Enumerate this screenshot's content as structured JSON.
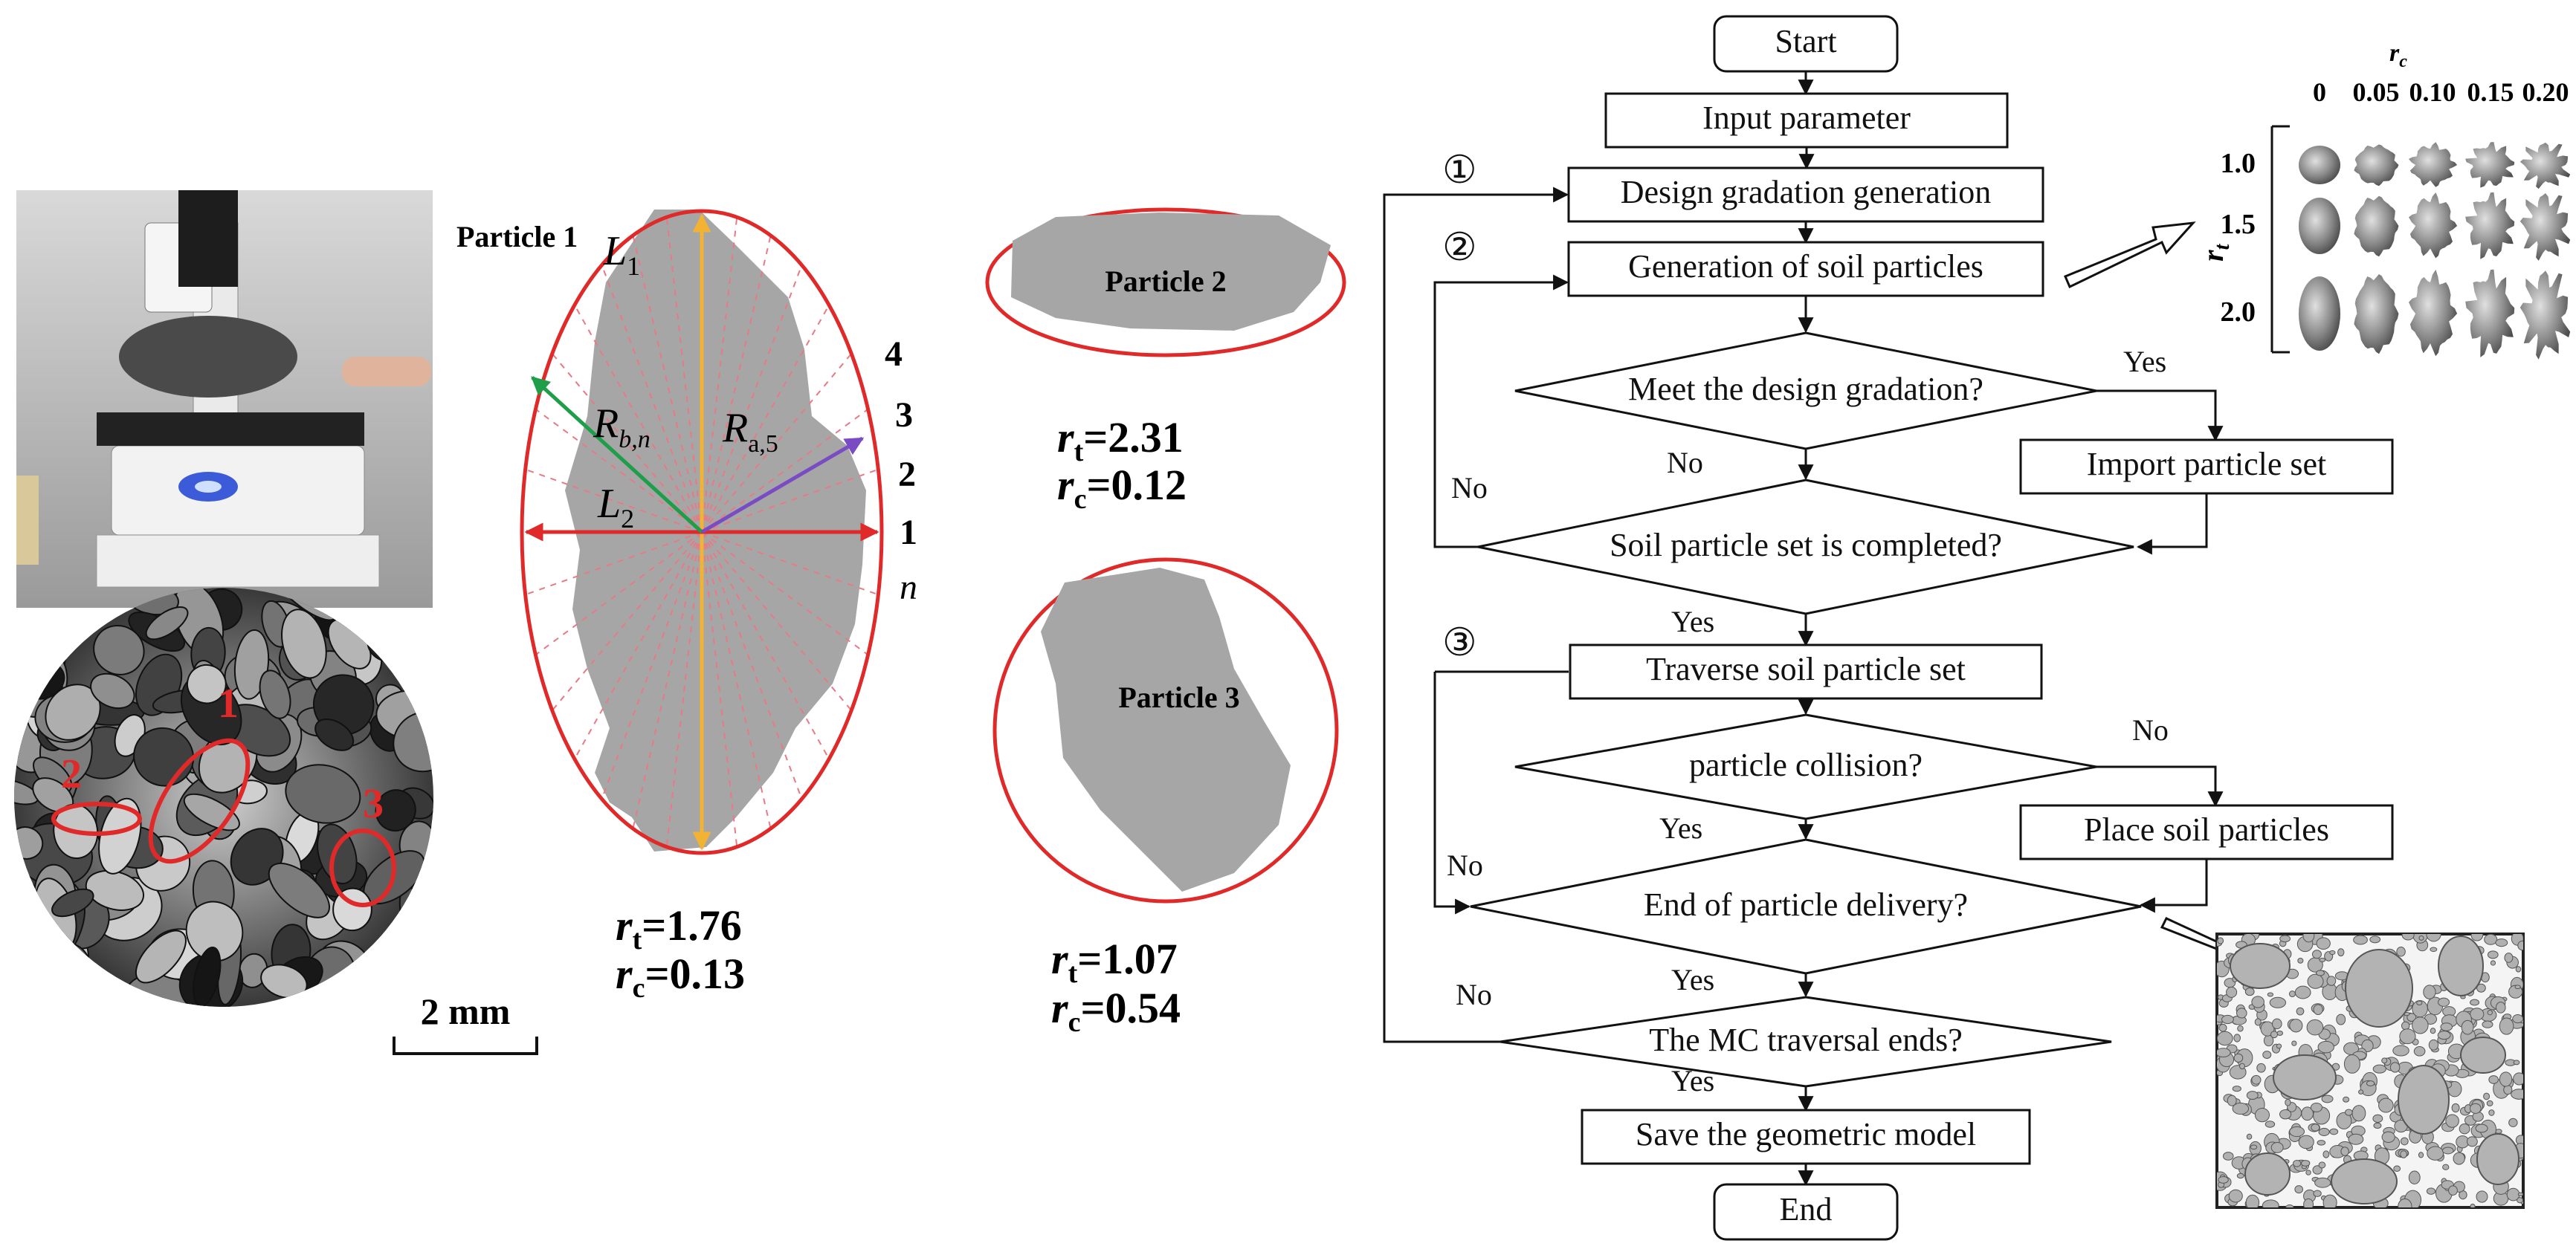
{
  "left_panel": {
    "scale_bar_label": "2 mm",
    "micrograph_labels": [
      "1",
      "2",
      "3"
    ],
    "particles": [
      {
        "title": "Particle 1",
        "axis_labels": {
          "l1": "L",
          "l1_sub": "1",
          "l2": "L",
          "l2_sub": "2"
        },
        "radius_labels": {
          "rb": "R",
          "rb_sub": "b,n",
          "ra": "R",
          "ra_sub": "a,5"
        },
        "ray_indices": [
          "4",
          "3",
          "2",
          "1",
          "n"
        ],
        "rt_label": "r",
        "rt_sub": "t",
        "rt_value": "=1.76",
        "rc_label": "r",
        "rc_sub": "c",
        "rc_value": "=0.13"
      },
      {
        "title": "Particle 2",
        "rt_label": "r",
        "rt_sub": "t",
        "rt_value": "=2.31",
        "rc_label": "r",
        "rc_sub": "c",
        "rc_value": "=0.12"
      },
      {
        "title": "Particle 3",
        "rt_label": "r",
        "rt_sub": "t",
        "rt_value": "=1.07",
        "rc_label": "r",
        "rc_sub": "c",
        "rc_value": "=0.54"
      }
    ]
  },
  "flowchart": {
    "nodes": {
      "start": "Start",
      "input": "Input parameter",
      "design": "Design gradation generation",
      "generation": "Generation of soil particles",
      "meet": "Meet the design gradation?",
      "import": "Import particle set",
      "completed": "Soil particle set is completed?",
      "traverse": "Traverse soil particle set",
      "collision": "particle collision?",
      "place": "Place soil particles",
      "delivery": "End of particle delivery?",
      "mc": "The MC traversal ends?",
      "save": "Save the geometric model",
      "end": "End"
    },
    "step_markers": [
      "①",
      "②",
      "③"
    ],
    "edge_labels": {
      "yes": "Yes",
      "no": "No"
    }
  },
  "shape_grid": {
    "rc_label": "r",
    "rc_sub": "c",
    "rt_label": "r",
    "rt_sub": "t",
    "rc_values": [
      "0",
      "0.05",
      "0.10",
      "0.15",
      "0.20"
    ],
    "rt_values": [
      "1.0",
      "1.5",
      "2.0"
    ]
  },
  "colors": {
    "ellipse": "#e02a2a",
    "particle_fill": "#a6a6a6",
    "axis_yellow": "#f2b233",
    "radius_green": "#1f9e4a",
    "radius_purple": "#7a4cc4",
    "rays_pink": "#e77a86"
  }
}
